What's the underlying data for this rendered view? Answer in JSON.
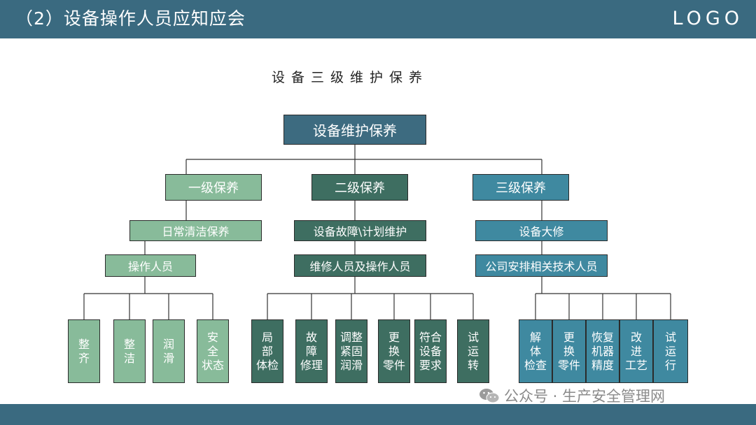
{
  "header": {
    "title": "（2）设备操作人员应知应会",
    "logo": "LOGO"
  },
  "diagram_title": "设备三级维护保养",
  "root": "设备维护保养",
  "levels": [
    {
      "label": "一级保养",
      "type": "日常清洁保养",
      "staff": "操作人员",
      "items": [
        "整\n齐",
        "整\n洁",
        "润\n滑",
        "安\n全\n状态"
      ]
    },
    {
      "label": "二级保养",
      "type": "设备故障\\计划维护",
      "staff": "维修人员及操作人员",
      "items": [
        "局\n部\n体检",
        "故\n障\n修理",
        "调整\n紧固\n润滑",
        "更\n换\n零件",
        "符合\n设备\n要求",
        "试\n运\n转"
      ]
    },
    {
      "label": "三级保养",
      "type": "设备大修",
      "staff": "公司安排相关技术人员",
      "items": [
        "解\n体\n检查",
        "更\n换\n零件",
        "恢复\n机器\n精度",
        "改\n进\n工艺",
        "试\n运\n行"
      ]
    }
  ],
  "watermark": "公众号 · 生产安全管理网",
  "colors": {
    "header": "#3a6a80",
    "level1": "#88bb9a",
    "level2": "#3e6e61",
    "level3": "#3f89a0"
  }
}
